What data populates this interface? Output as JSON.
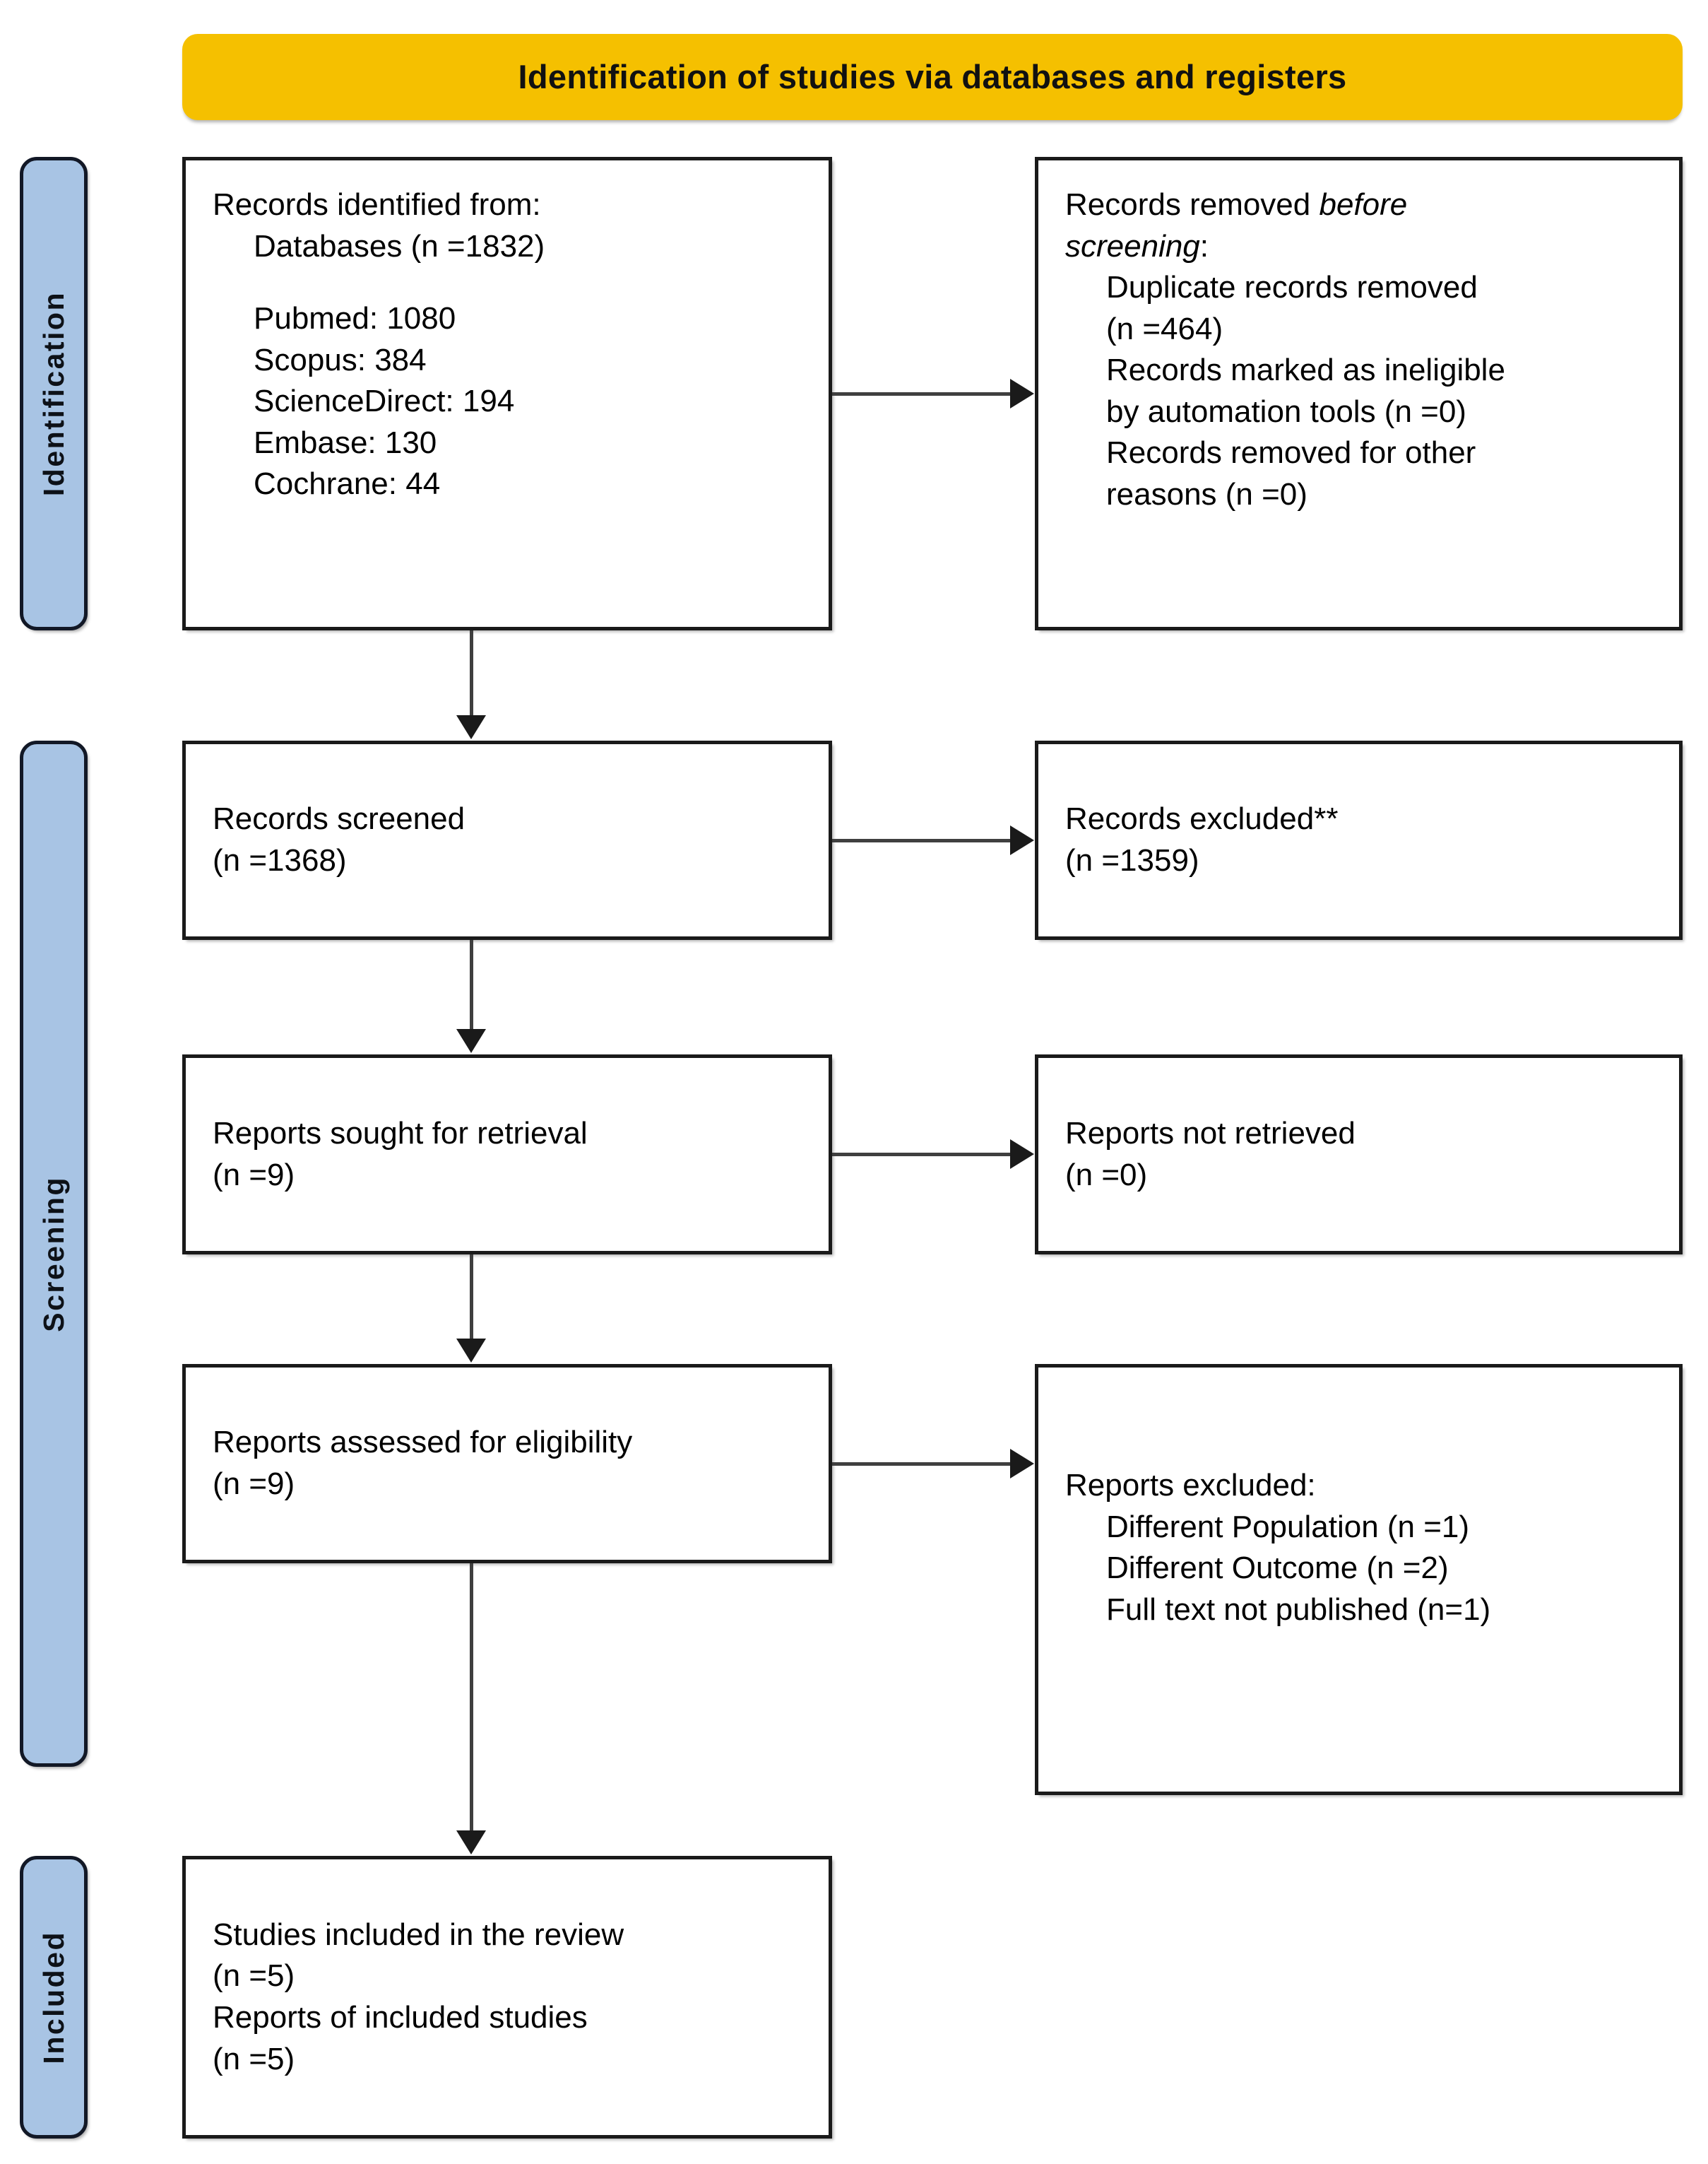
{
  "header": {
    "title": "Identification of studies via databases and registers",
    "background_color": "#F5C000"
  },
  "stages": {
    "background_color": "#A8C4E4",
    "identification": "Identification",
    "screening": "Screening",
    "included": "Included"
  },
  "boxes": {
    "identified": {
      "line1": "Records identified from:",
      "line2": "Databases (n =1832)",
      "line3": "Pubmed: 1080",
      "line4": "Scopus: 384",
      "line5": "ScienceDirect: 194",
      "line6": "Embase: 130",
      "line7": "Cochrane: 44"
    },
    "removed": {
      "line1_prefix": "Records removed ",
      "line1_italic": "before",
      "line2_italic": "screening",
      "line2_suffix": ":",
      "line3": "Duplicate records removed",
      "line4": "(n =464)",
      "line5": "Records marked as ineligible",
      "line6": "by automation tools (n =0)",
      "line7": "Records removed for other",
      "line8": "reasons (n =0)"
    },
    "screened": {
      "line1": "Records screened",
      "line2": "(n =1368)"
    },
    "excluded_records": {
      "line1": "Records excluded**",
      "line2": "(n =1359)"
    },
    "sought": {
      "line1": "Reports sought for retrieval",
      "line2": "(n =9)"
    },
    "not_retrieved": {
      "line1": "Reports not retrieved",
      "line2": "(n =0)"
    },
    "assessed": {
      "line1": "Reports assessed for eligibility",
      "line2": "(n =9)"
    },
    "reports_excluded": {
      "line1": "Reports excluded:",
      "line2": "Different Population (n =1)",
      "line3": "Different Outcome (n =2)",
      "line4": "Full text not published (n=1)"
    },
    "included": {
      "line1": "Studies included in the review",
      "line2": "(n =5)",
      "line3": "Reports of included studies",
      "line4": "(n =5)"
    }
  },
  "chart_data": {
    "type": "diagram",
    "title": "Identification of studies via databases and registers",
    "diagram_kind": "PRISMA 2020 flow diagram",
    "stages": [
      "Identification",
      "Screening",
      "Included"
    ],
    "nodes": [
      {
        "id": "identified",
        "stage": "Identification",
        "column": "left",
        "label": "Records identified from: Databases (n =1832)",
        "n": 1832
      },
      {
        "id": "removed",
        "stage": "Identification",
        "column": "right",
        "label": "Records removed before screening",
        "duplicates_removed": 464,
        "ineligible_by_automation": 0,
        "removed_other_reasons": 0
      },
      {
        "id": "screened",
        "stage": "Screening",
        "column": "left",
        "label": "Records screened",
        "n": 1368
      },
      {
        "id": "excluded_records",
        "stage": "Screening",
        "column": "right",
        "label": "Records excluded**",
        "n": 1359
      },
      {
        "id": "sought",
        "stage": "Screening",
        "column": "left",
        "label": "Reports sought for retrieval",
        "n": 9
      },
      {
        "id": "not_retrieved",
        "stage": "Screening",
        "column": "right",
        "label": "Reports not retrieved",
        "n": 0
      },
      {
        "id": "assessed",
        "stage": "Screening",
        "column": "left",
        "label": "Reports assessed for eligibility",
        "n": 9
      },
      {
        "id": "reports_excluded",
        "stage": "Screening",
        "column": "right",
        "label": "Reports excluded",
        "reasons": [
          {
            "reason": "Different Population",
            "n": 1
          },
          {
            "reason": "Different Outcome",
            "n": 2
          },
          {
            "reason": "Full text not published",
            "n": 1
          }
        ]
      },
      {
        "id": "included",
        "stage": "Included",
        "column": "left",
        "label": "Studies included in the review",
        "studies_n": 5,
        "reports_n": 5
      }
    ],
    "database_breakdown": {
      "categories": [
        "Pubmed",
        "Scopus",
        "ScienceDirect",
        "Embase",
        "Cochrane"
      ],
      "values": [
        1080,
        384,
        194,
        130,
        44
      ],
      "total": 1832
    },
    "edges": [
      {
        "from": "identified",
        "to": "removed",
        "direction": "right"
      },
      {
        "from": "identified",
        "to": "screened",
        "direction": "down"
      },
      {
        "from": "screened",
        "to": "excluded_records",
        "direction": "right"
      },
      {
        "from": "screened",
        "to": "sought",
        "direction": "down"
      },
      {
        "from": "sought",
        "to": "not_retrieved",
        "direction": "right"
      },
      {
        "from": "sought",
        "to": "assessed",
        "direction": "down"
      },
      {
        "from": "assessed",
        "to": "reports_excluded",
        "direction": "right"
      },
      {
        "from": "assessed",
        "to": "included",
        "direction": "down"
      }
    ]
  }
}
